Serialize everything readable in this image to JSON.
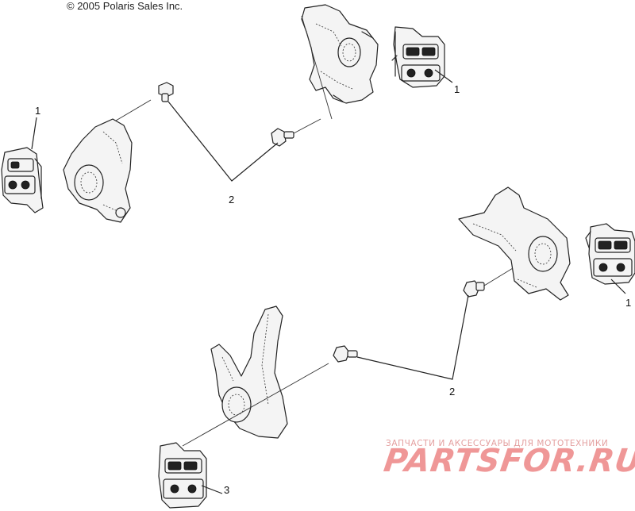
{
  "copyright": "© 2005 Polaris Sales Inc.",
  "callouts": {
    "caliper_top_right": "1",
    "caliper_left": "1",
    "caliper_right": "1",
    "bolt_top": "2",
    "bolt_bottom": "2",
    "caliper_bottom": "3"
  },
  "watermark": {
    "tagline": "ЗАПЧАСТИ И АКСЕССУАРЫ ДЛЯ МОТОТЕХНИКИ",
    "logo": "PARTSFOR.RU"
  }
}
